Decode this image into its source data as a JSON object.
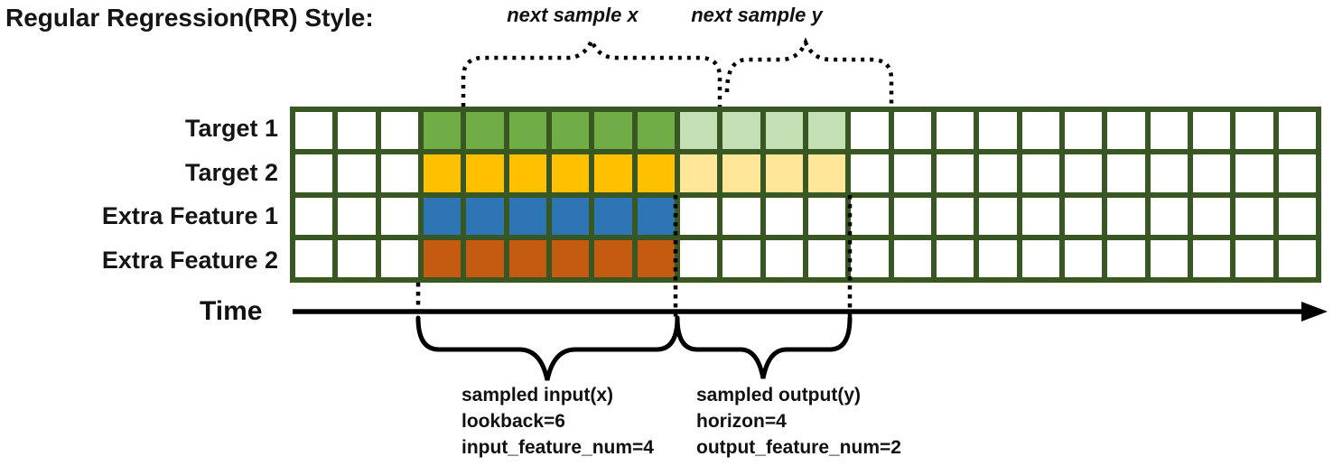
{
  "title": "Regular Regression(RR) Style:",
  "top_annotations": {
    "next_sample_x": "next sample x",
    "next_sample_y": "next sample y"
  },
  "time_axis": {
    "label": "Time"
  },
  "grid": {
    "total_columns": 24,
    "leading_empty_columns": 3,
    "lookback": 6,
    "horizon": 4,
    "border_color": "#385723",
    "empty_cell_color": "#ffffff",
    "rows": [
      {
        "label": "Target 1",
        "input_color": "#70ad47",
        "output_color": "#c5e0b4"
      },
      {
        "label": "Target 2",
        "input_color": "#ffc000",
        "output_color": "#ffe699"
      },
      {
        "label": "Extra Feature 1",
        "input_color": "#2e75b6",
        "output_color": null
      },
      {
        "label": "Extra Feature 2",
        "input_color": "#c55a11",
        "output_color": null
      }
    ]
  },
  "input_annotation": {
    "lines": [
      "sampled input(x)",
      "lookback=6",
      "input_feature_num=4"
    ]
  },
  "output_annotation": {
    "lines": [
      "sampled output(y)",
      "horizon=4",
      "output_feature_num=2"
    ]
  }
}
